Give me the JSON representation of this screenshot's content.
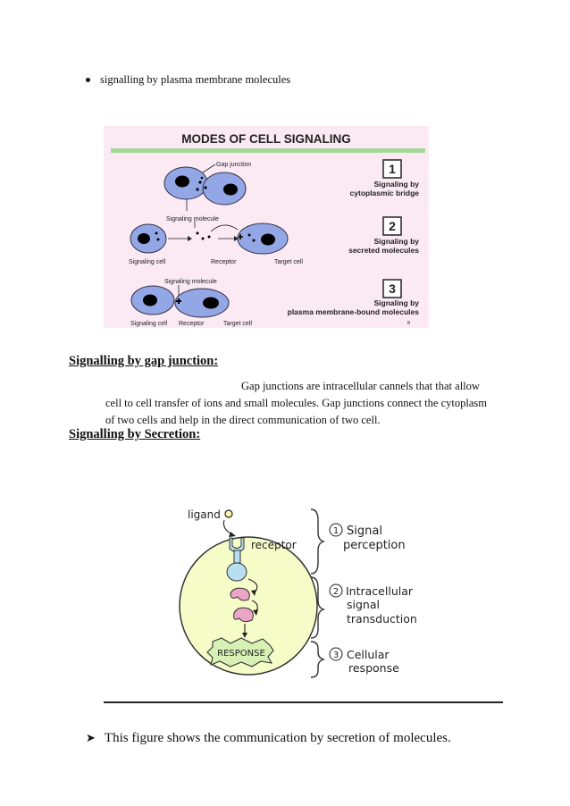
{
  "bullet_text": "signalling by plasma membrane molecules",
  "figure1": {
    "title": "MODES OF CELL SIGNALING",
    "gap_junction_label": "Gap junction",
    "signaling_molecule_label_1": "Signaling molecule",
    "signaling_molecule_label_2": "Signaling molecule",
    "signaling_cell_label_1": "Signaling cell",
    "receptor_label_1": "Receptor",
    "target_cell_label_1": "Target cell",
    "signaling_cell_label_2": "Signaling cell",
    "receptor_label_2": "Receptor",
    "target_cell_label_2": "Target cell",
    "mode1_number": "1",
    "mode1_line1": "Signaling by",
    "mode1_line2": "cytoplasmic bridge",
    "mode2_number": "2",
    "mode2_line1": "Signaling by",
    "mode2_line2": "secreted molecules",
    "mode3_number": "3",
    "mode3_line1": "Signaling by",
    "mode3_line2": "plasma membrane-bound molecules",
    "page_number": "8"
  },
  "section1": {
    "heading": "Signalling by gap junction:",
    "para_line1": "Gap junctions are intracellular cannels that that allow",
    "para_rest": "cell to cell transfer of ions and small molecules. Gap junctions connect the cytoplasm of two cells and help in the direct communication of two cell."
  },
  "section2": {
    "heading": "Signalling by Secretion:"
  },
  "figure2": {
    "ligand_label": "ligand",
    "receptor_label": "receptor",
    "step1_number": "1",
    "step1_line1": "Signal",
    "step1_line2": "perception",
    "step2_number": "2",
    "step2_line1": "Intracellular",
    "step2_line2": "signal",
    "step2_line3": "transduction",
    "step3_number": "3",
    "step3_line1": "Cellular",
    "step3_line2": "response",
    "response_label": "RESPONSE"
  },
  "caption": "This figure shows the communication by secretion of molecules."
}
